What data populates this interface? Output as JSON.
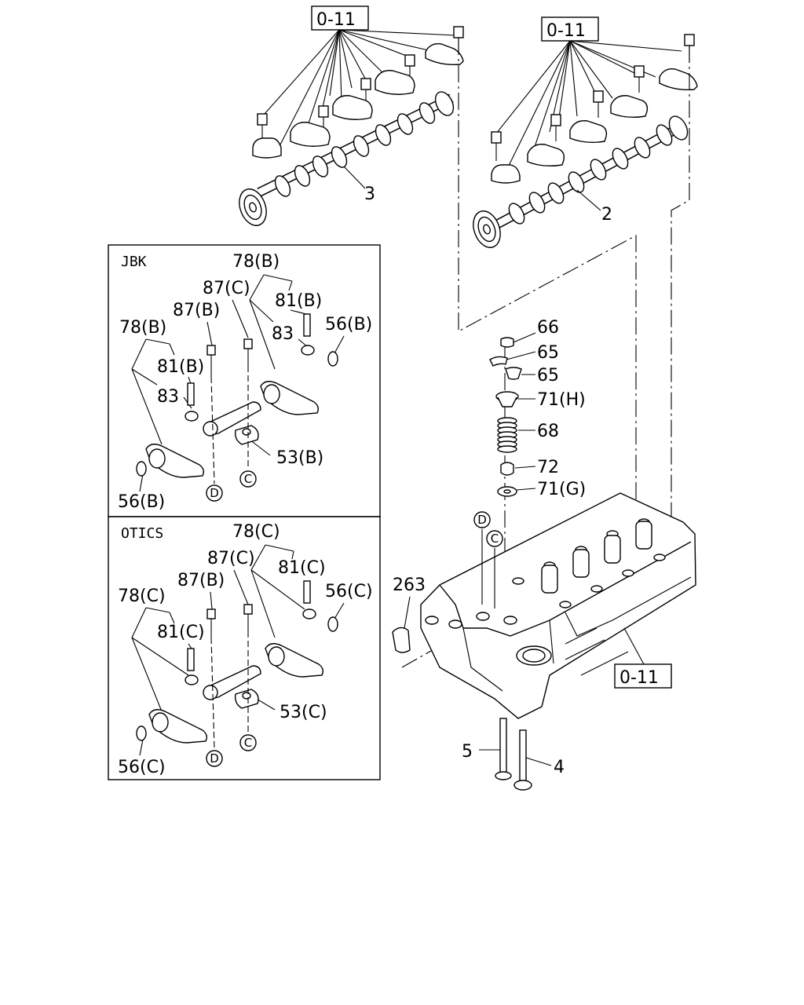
{
  "refs": {
    "ref_top_left": "0-11",
    "ref_top_right": "0-11",
    "ref_head": "0-11"
  },
  "labels": {
    "cam_3": "3",
    "cam_2": "2",
    "p66": "66",
    "p65a": "65",
    "p65b": "65",
    "p71h": "71(H)",
    "p68": "68",
    "p72": "72",
    "p71g": "71(G)",
    "p263": "263",
    "p5": "5",
    "p4": "4"
  },
  "circles": {
    "head_d": "D",
    "head_c": "C"
  },
  "inset_jbk": {
    "title": "JBK",
    "l78_top": "78(B)",
    "l87c": "87(C)",
    "l81_top": "81(B)",
    "l87b": "87(B)",
    "l56_top": "56(B)",
    "l78_left": "78(B)",
    "l83_top": "83",
    "l81_left": "81(B)",
    "l83_left": "83",
    "l53": "53(B)",
    "l56_bottom": "56(B)",
    "circ_c": "C",
    "circ_d": "D"
  },
  "inset_otics": {
    "title": "OTICS",
    "l78_top": "78(C)",
    "l87c": "87(C)",
    "l81_top": "81(C)",
    "l87b": "87(B)",
    "l56_top": "56(C)",
    "l78_left": "78(C)",
    "l81_left": "81(C)",
    "l53": "53(C)",
    "l56_bottom": "56(C)",
    "circ_c": "C",
    "circ_d": "D"
  }
}
